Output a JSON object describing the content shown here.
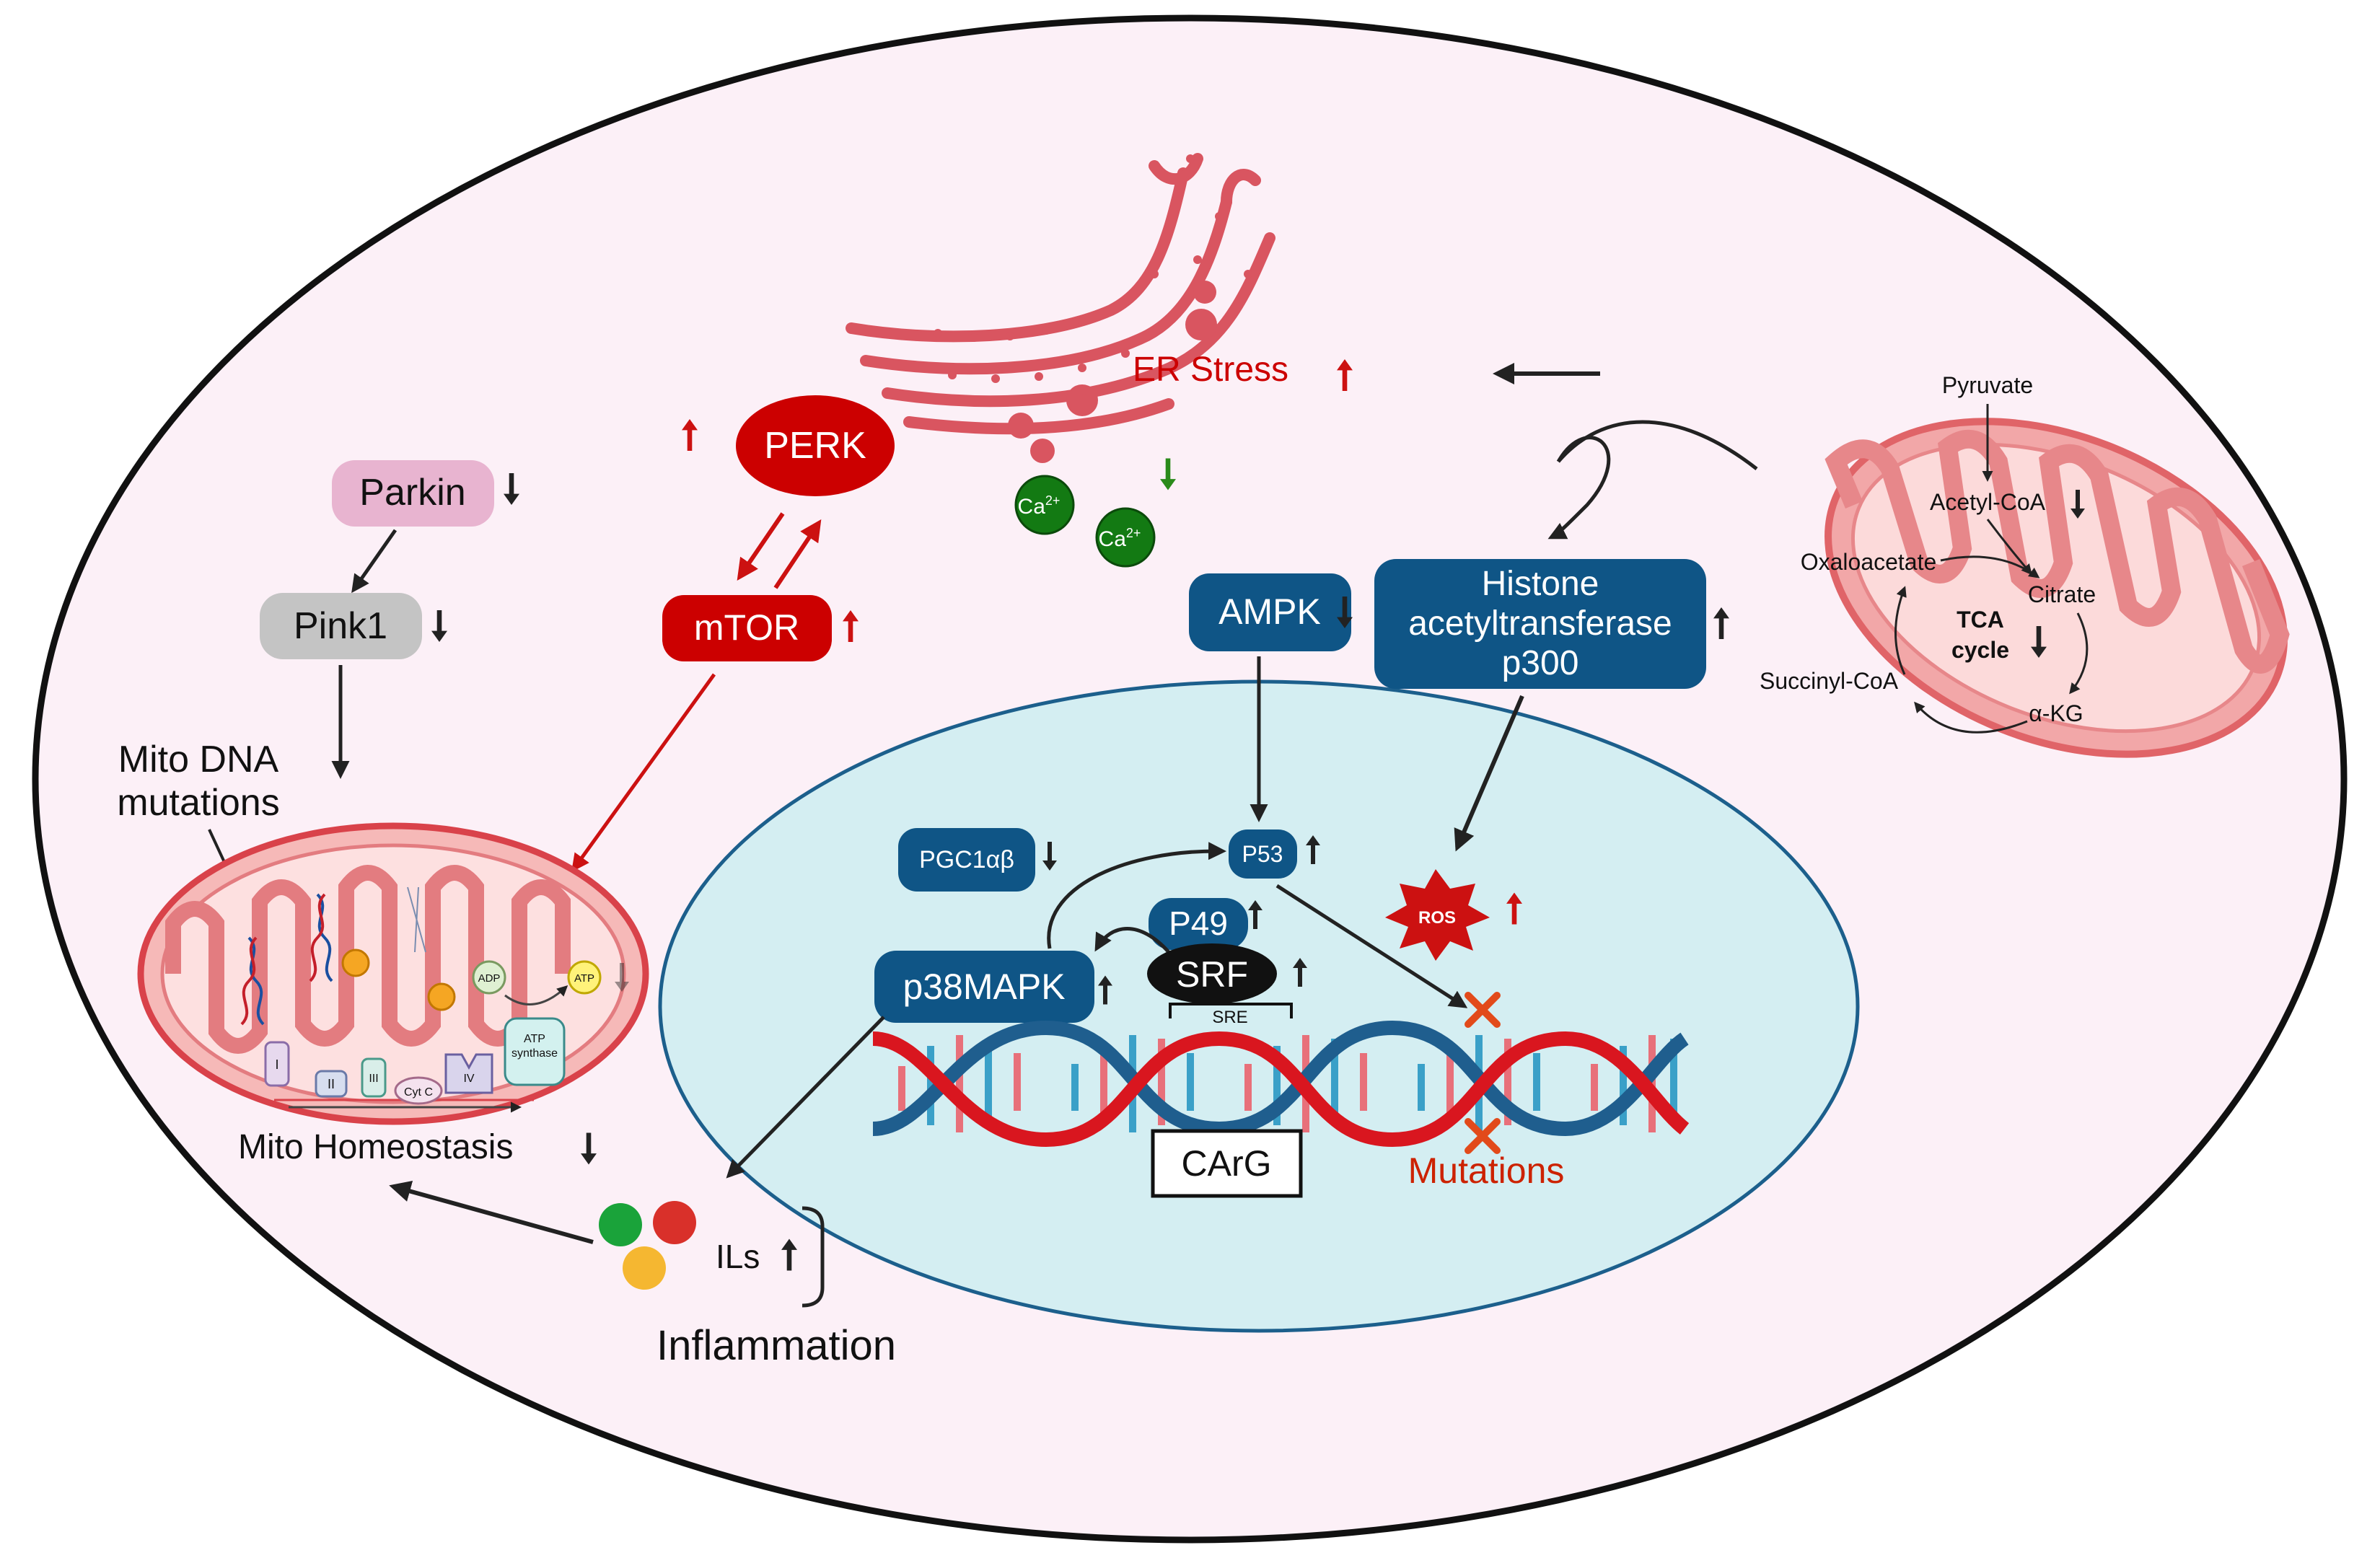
{
  "colors": {
    "cell_fill": "#fcf0f7",
    "nucleus_fill": "#d4eef2",
    "nucleus_stroke": "#1c5f8c",
    "blue_box": "#0f5586",
    "red_box": "#cc0000",
    "er_red": "#d95560",
    "mito_fill": "#f2a7a8",
    "calcium": "#137a13",
    "arrow_dark": "#222222",
    "arrow_red": "#cc1111",
    "arrow_green": "#2a8a1a"
  },
  "labels": {
    "er_stress": "ER Stress",
    "perk": "PERK",
    "mtor": "mTOR",
    "calcium": "Ca",
    "calcium_sup": "2+",
    "parkin": "Parkin",
    "pink1": "Pink1",
    "mito_dna_line1": "Mito DNA",
    "mito_dna_line2": "mutations",
    "mito_homeostasis": "Mito Homeostasis",
    "ampk": "AMPK",
    "histone_line1": "Histone",
    "histone_line2": "acetyltransferase",
    "histone_line3": "p300",
    "pgc": "PGC1αβ",
    "p53": "P53",
    "p49": "P49",
    "srf": "SRF",
    "sre": "SRE",
    "p38mapk": "p38MAPK",
    "carg": "CArG",
    "ros": "ROS",
    "mutations": "Mutations",
    "ils": "ILs",
    "inflammation": "Inflammation",
    "pyruvate": "Pyruvate",
    "acetyl_coa": "Acetyl-CoA",
    "oxaloacetate": "Oxaloacetate",
    "citrate": "Citrate",
    "tca_line1": "TCA",
    "tca_line2": "cycle",
    "succinyl_coa": "Succinyl-CoA",
    "akg": "α-KG",
    "complex_1": "I",
    "complex_2": "II",
    "complex_3": "III",
    "cyt_c": "Cyt C",
    "complex_4": "IV",
    "adp": "ADP",
    "atp": "ATP",
    "atp_synthase_line1": "ATP",
    "atp_synthase_line2": "synthase"
  },
  "icons": [
    "up-arrow-icon",
    "down-arrow-icon",
    "mutation-x-icon",
    "ros-burst-icon"
  ]
}
